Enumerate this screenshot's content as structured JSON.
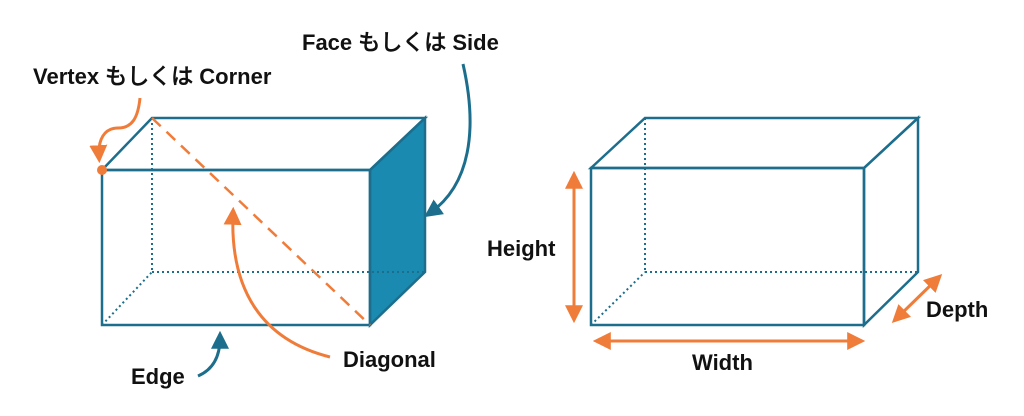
{
  "colors": {
    "edge": "#1c6e8c",
    "face_fill": "#1a8ab0",
    "accent": "#f07c3a",
    "text": "#111111"
  },
  "left_diagram": {
    "face_label": "Face もしくは Side",
    "vertex_label": "Vertex もしくは Corner",
    "edge_label": "Edge",
    "diagonal_label": "Diagonal"
  },
  "right_diagram": {
    "height_label": "Height",
    "width_label": "Width",
    "depth_label": "Depth"
  }
}
